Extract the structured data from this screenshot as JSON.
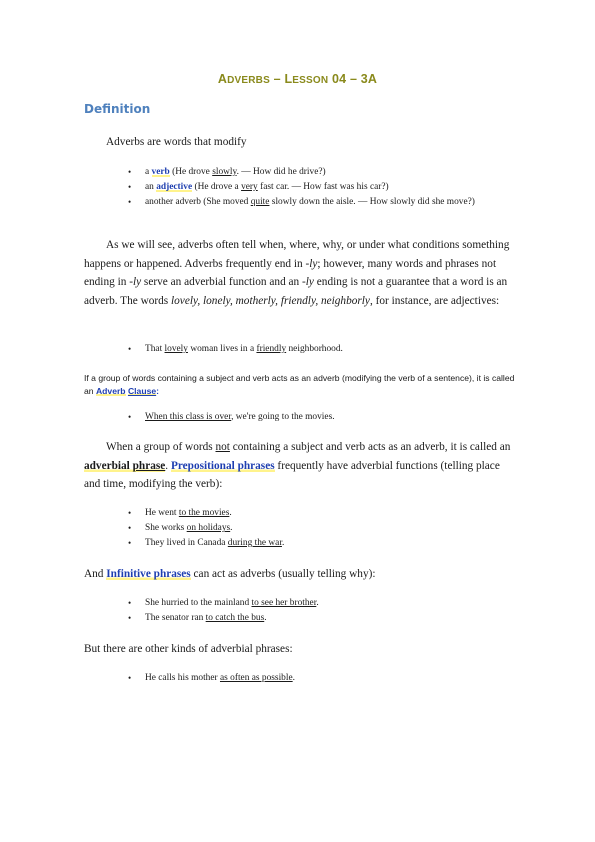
{
  "title": {
    "a1": "A",
    "a2": "DVERBS",
    "sep": " – ",
    "l1": "L",
    "l2": "ESSON",
    "num": " 04 – 3A"
  },
  "heading": "Definition",
  "intro": "Adverbs are words that modify",
  "list1": [
    {
      "pre": "a ",
      "kw": "verb",
      "post1": " (He drove ",
      "u": "slowly",
      "post2": ". — How did he drive?)"
    },
    {
      "pre": "an ",
      "kw": "adjective",
      "post1": " (He drove a ",
      "u": "very",
      "post2": " fast car. — How fast was his car?)"
    },
    {
      "pre": "another adverb (She moved ",
      "u": "quite",
      "post2": " slowly down the aisle. — How slowly did she move?)"
    }
  ],
  "para1": {
    "t1": "As we will see, adverbs often tell when, where, why, or under what conditions something happens or happened. Adverbs frequently end in ",
    "i1": "-ly",
    "t2": "; however, many words and phrases not ending in ",
    "i2": "-ly",
    "t3": " serve an adverbial function and an ",
    "i3": "-ly",
    "t4": " ending is not a guarantee that a word is an adverb. The words ",
    "i4": "lovely, lonely, motherly, friendly, neighborly",
    "t5": ", for instance, are adjectives:"
  },
  "ex1": {
    "t1": "That ",
    "u1": "lovely",
    "t2": " woman lives in a ",
    "u2": "friendly",
    "t3": " neighborhood."
  },
  "clause": {
    "t1": "If a group of words containing a subject and verb acts as an adverb (modifying the verb of a sentence), it is called an ",
    "kw1": "Adverb",
    "kw2": "Clause",
    "t2": ":"
  },
  "ex2": {
    "u": "When this class is over",
    "t": ", we're going to the movies."
  },
  "para2": {
    "t1": "When a group of words ",
    "u": "not",
    "t2": " containing a subject and verb acts as an adverb, it is called an ",
    "b1": "adverbial ",
    "b2": "phrase",
    "t3": ". ",
    "kw": "Prepositional phrases",
    "t4": " frequently have adverbial functions (telling place and time, modifying the verb):"
  },
  "list2": [
    {
      "t": "He went ",
      "u": "to the movies",
      "e": "."
    },
    {
      "t": "She works ",
      "u": "on holidays",
      "e": "."
    },
    {
      "t": "They lived in Canada ",
      "u": "during the war",
      "e": "."
    }
  ],
  "para3": {
    "t1": "And ",
    "kw": "Infinitive phrases",
    "t2": " can act as adverbs (usually telling why):"
  },
  "list3": [
    {
      "t": "She hurried to the mainland ",
      "u": "to see her brother",
      "e": "."
    },
    {
      "t": "The senator ran ",
      "u": "to catch the bus",
      "e": "."
    }
  ],
  "para4": "But there are other kinds of adverbial phrases:",
  "list4": [
    {
      "t": "He calls his mother ",
      "u": "as often as possible",
      "e": "."
    }
  ]
}
